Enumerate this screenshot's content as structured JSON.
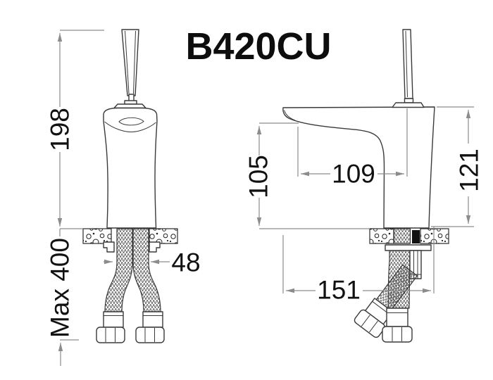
{
  "title": "B420CU",
  "drawing_type": "faucet installation dimension drawing",
  "dimensions": {
    "front_total_height": "198",
    "front_max_hose_length": "Max 400",
    "front_hose_bundle_width": "48",
    "side_spout_outlet_height": "105",
    "side_spout_reach": "109",
    "side_body_height": "121",
    "side_total_reach": "151"
  },
  "colors": {
    "background": "#ffffff",
    "object_outline": "#3a3a3a",
    "dimension_lines": "#8c8c8c",
    "dimension_text": "#111111",
    "solid_detail": "#111111"
  }
}
